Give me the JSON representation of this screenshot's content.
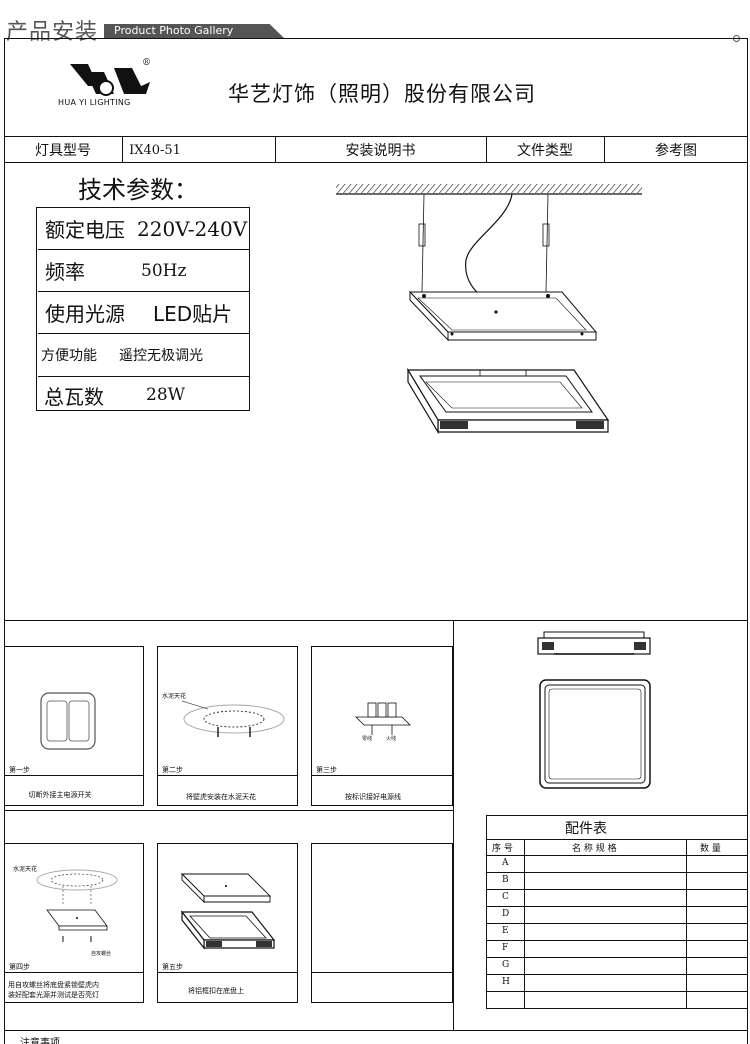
{
  "header": {
    "title": "产品安装",
    "tag": "Product Photo Gallery"
  },
  "company": {
    "logo_text": "HUA YI LIGHTING",
    "logo_mark": "®",
    "name": "华艺灯饰（照明）股份有限公司"
  },
  "info_row": {
    "model_label": "灯具型号",
    "model_value": "IX40-51",
    "doc_name": "安装说明书",
    "doc_type_label": "文件类型",
    "doc_type_value": "参考图"
  },
  "specs": {
    "heading": "技术参数：",
    "rows": [
      {
        "key": "额定电压",
        "value": "220V-240V"
      },
      {
        "key": "频率",
        "value": "50Hz"
      },
      {
        "key": "使用光源",
        "value": "LED贴片"
      },
      {
        "key": "方便功能",
        "value": "遥控无极调光"
      },
      {
        "key": "总瓦数",
        "value": "28W"
      }
    ]
  },
  "steps": [
    {
      "label": "第一步",
      "caption": "切断外接主电源开关"
    },
    {
      "label": "第二步",
      "caption": "将壁虎安装在水泥天花",
      "note": "水泥天花"
    },
    {
      "label": "第三步",
      "caption": "按标识接好电源线",
      "note_a": "零线",
      "note_b": "火线"
    },
    {
      "label": "第四步",
      "caption": "用自攻螺丝将底盘紧锁壁虎内\n装好配套光源并测试是否亮灯",
      "note": "水泥天花",
      "note_b": "自攻螺丝"
    },
    {
      "label": "第五步",
      "caption": "将铝框扣在底盘上"
    }
  ],
  "parts_table": {
    "title": "配件表",
    "headers": [
      "序 号",
      "名 称 规 格",
      "数 量"
    ],
    "rows": [
      "A",
      "B",
      "C",
      "D",
      "E",
      "F",
      "G",
      "H",
      ""
    ]
  },
  "footer": {
    "text": "注意事项"
  }
}
